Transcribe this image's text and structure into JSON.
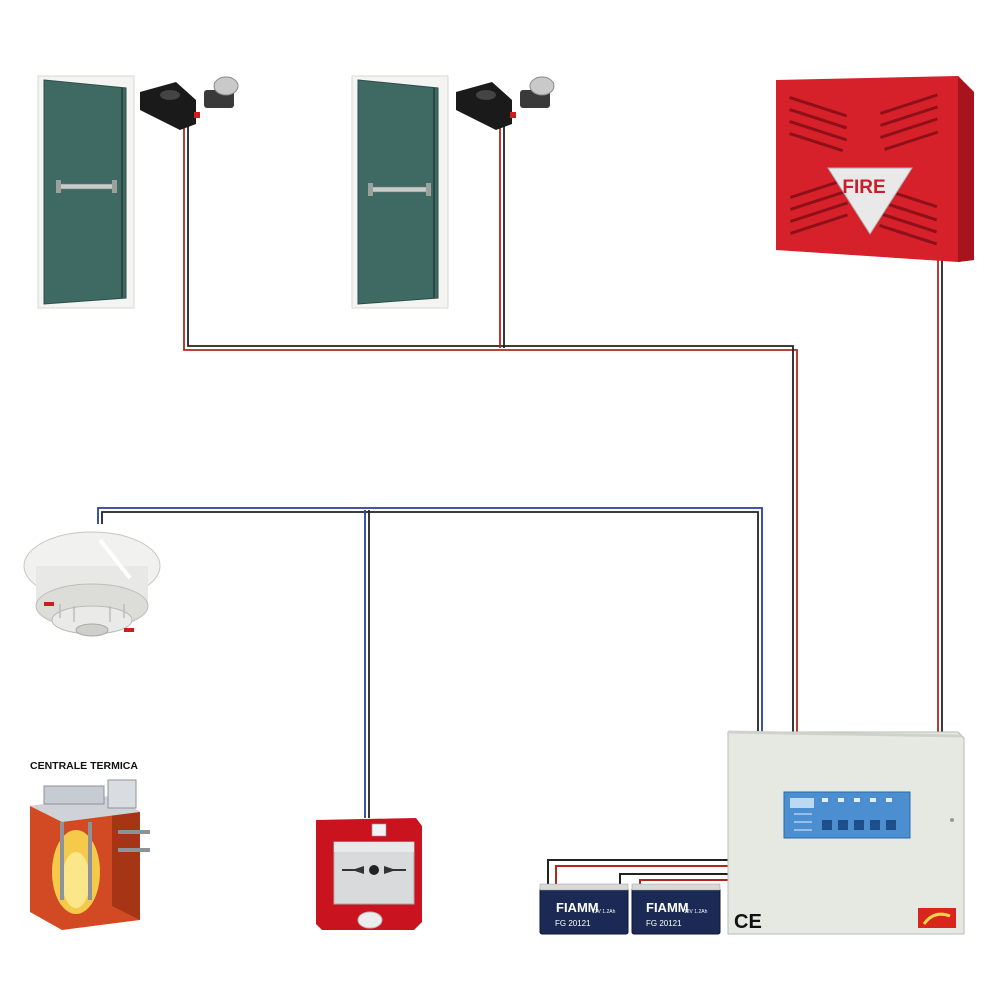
{
  "title": "",
  "labels": {
    "boiler_room": "CENTRALE TERMICA",
    "siren_text": "FIRE",
    "ce_mark": "CE"
  },
  "batteries": [
    {
      "brand": "FIAMM",
      "model": "FG 20121",
      "spec": "12V 1.2Ah"
    },
    {
      "brand": "FIAMM",
      "model": "FG 20121",
      "spec": "12V 1.2Ah"
    }
  ],
  "colors": {
    "door": "#3e6a63",
    "siren": "#d6202a",
    "wire_red": "#b1271f",
    "wire_black": "#222222",
    "wire_blue": "#2a3f9e",
    "panel": "#e6e8e2",
    "panel_display": "#4b8fd1",
    "call_point": "#c9131f",
    "battery": "#1b2a55"
  }
}
